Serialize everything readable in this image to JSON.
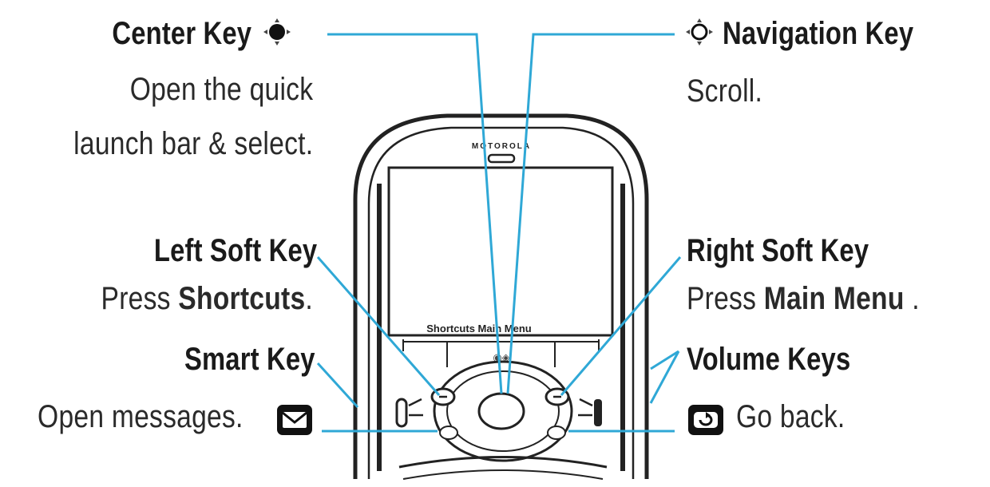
{
  "center_key": {
    "title": "Center Key",
    "desc_line1": "Open the quick",
    "desc_line2": "launch bar & select."
  },
  "navigation_key": {
    "title": "Navigation Key",
    "desc": "Scroll."
  },
  "left_soft_key": {
    "title": "Left Soft Key",
    "desc_prefix": "Press ",
    "desc_bold": "Shortcuts",
    "desc_suffix": "."
  },
  "right_soft_key": {
    "title": "Right Soft Key",
    "desc_prefix": "Press ",
    "desc_bold": "Main Menu",
    "desc_suffix": " ."
  },
  "smart_key": {
    "title": "Smart Key",
    "desc": "Open messages."
  },
  "volume_keys": {
    "title": "Volume Keys",
    "desc": "Go back."
  },
  "phone": {
    "brand": "MOTOROLA",
    "screen_softkeys": "Shortcuts Main Menu"
  },
  "colors": {
    "leader_line": "#2fa8d6",
    "ink": "#1a1a1a"
  },
  "icons": {
    "center": "center-key-icon",
    "navigation": "navigation-key-icon",
    "smart": "envelope-icon",
    "back": "back-icon"
  }
}
